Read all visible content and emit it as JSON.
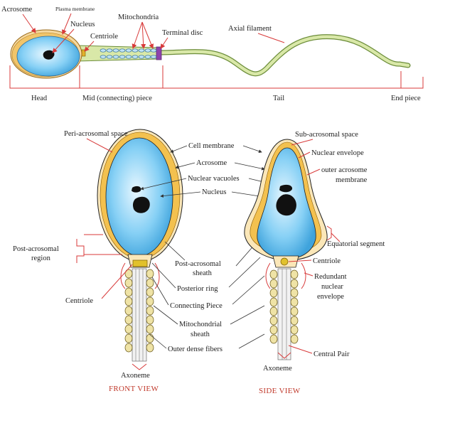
{
  "top": {
    "acrosome": "Acrosome",
    "plasma_membrane": "Plasma membrane",
    "nucleus": "Nucleus",
    "centriole": "Centriole",
    "mitochondria": "Mitochondria",
    "terminal_disc": "Terminal disc",
    "axial_filament": "Axial filament",
    "head": "Head",
    "mid_piece": "Mid (connecting) piece",
    "tail": "Tail",
    "end_piece": "End piece"
  },
  "front": {
    "peri_acrosomal_space": "Peri-acrosomal space",
    "cell_membrane": "Cell membrane",
    "acrosome": "Acrosome",
    "nuclear_vacuoles": "Nuclear vacuoles",
    "nucleus": "Nucleus",
    "post_acrosomal_region_1": "Post-acrosomal",
    "post_acrosomal_region_2": "region",
    "post_acrosomal_sheath_1": "Post-acrosomal",
    "post_acrosomal_sheath_2": "sheath",
    "posterior_ring": "Posterior ring",
    "centriole": "Centriole",
    "connecting_piece": "Connecting Piece",
    "mitochondrial_sheath_1": "Mitochondrial",
    "mitochondrial_sheath_2": "sheath",
    "outer_dense_fibers": "Outer dense fibers",
    "axoneme": "Axoneme",
    "caption": "FRONT VIEW"
  },
  "side": {
    "sub_acrosomal_space": "Sub-acrosomal space",
    "nuclear_envelope": "Nuclear envelope",
    "outer_acrosome_membrane_1": "outer acrosome",
    "outer_acrosome_membrane_2": "membrane",
    "equatorial_segment": "Equatorial segment",
    "centriole": "Centriole",
    "redundant_nuclear_envelope_1": "Redundant",
    "redundant_nuclear_envelope_2": "nuclear",
    "redundant_nuclear_envelope_3": "envelope",
    "central_pair": "Central Pair",
    "axoneme": "Axoneme",
    "caption": "SIDE VIEW"
  }
}
